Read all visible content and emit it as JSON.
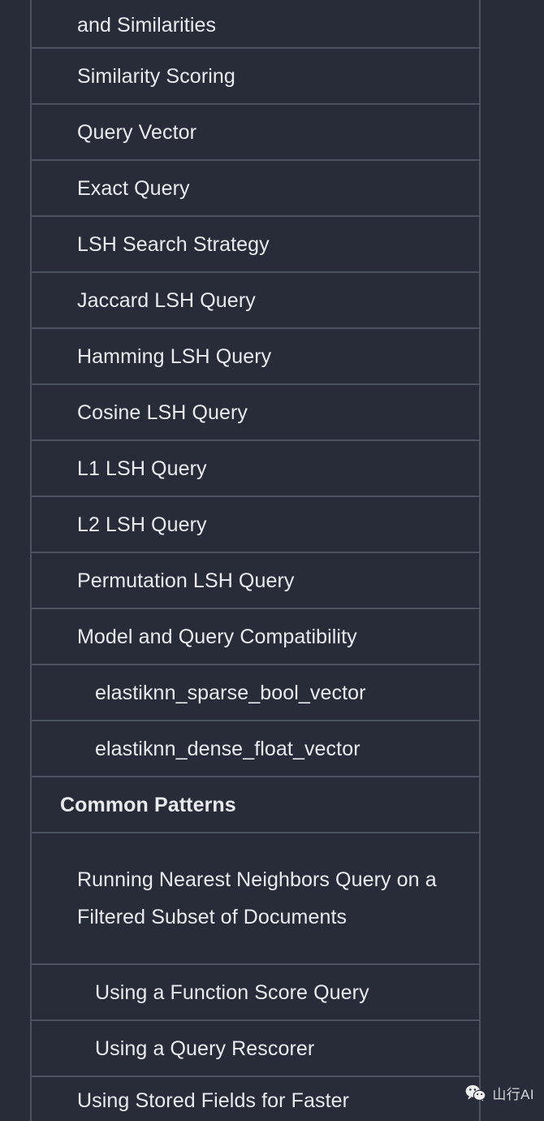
{
  "theme": {
    "page_background": "#282c38",
    "row_background": "#282c38",
    "border_color": "#4d5261",
    "text_color": "#e9ebef",
    "heading_text_color": "#f2f4f7"
  },
  "toc": {
    "items": [
      {
        "label": "and Similarities",
        "level": 2,
        "kind": "link",
        "row": "first",
        "continuation": true
      },
      {
        "label": "Similarity Scoring",
        "level": 2,
        "kind": "link",
        "row": "std"
      },
      {
        "label": "Query Vector",
        "level": 2,
        "kind": "link",
        "row": "std"
      },
      {
        "label": "Exact Query",
        "level": 2,
        "kind": "link",
        "row": "std"
      },
      {
        "label": "LSH Search Strategy",
        "level": 2,
        "kind": "link",
        "row": "std"
      },
      {
        "label": "Jaccard LSH Query",
        "level": 2,
        "kind": "link",
        "row": "std"
      },
      {
        "label": "Hamming LSH Query",
        "level": 2,
        "kind": "link",
        "row": "std"
      },
      {
        "label": "Cosine LSH Query",
        "level": 2,
        "kind": "link",
        "row": "std"
      },
      {
        "label": "L1 LSH Query",
        "level": 2,
        "kind": "link",
        "row": "std"
      },
      {
        "label": "L2 LSH Query",
        "level": 2,
        "kind": "link",
        "row": "std"
      },
      {
        "label": "Permutation LSH Query",
        "level": 2,
        "kind": "link",
        "row": "std"
      },
      {
        "label": "Model and Query Compatibility",
        "level": 2,
        "kind": "link",
        "row": "std"
      },
      {
        "label": "elastiknn_sparse_bool_vector",
        "level": 3,
        "kind": "link",
        "row": "std"
      },
      {
        "label": "elastiknn_dense_float_vector",
        "level": 3,
        "kind": "link",
        "row": "std"
      },
      {
        "label": "Common Patterns",
        "level": 1,
        "kind": "heading",
        "row": "head"
      },
      {
        "label": "Running Nearest Neighbors Query on a Filtered Subset of Documents",
        "level": 2,
        "kind": "link",
        "row": "multi"
      },
      {
        "label": "Using a Function Score Query",
        "level": 3,
        "kind": "link",
        "row": "std"
      },
      {
        "label": "Using a Query Rescorer",
        "level": 3,
        "kind": "link",
        "row": "std"
      },
      {
        "label": "Using Stored Fields for Faster",
        "level": 2,
        "kind": "link",
        "row": "last",
        "truncated": true
      }
    ]
  },
  "watermark": {
    "icon": "wechat-icon",
    "text": "山行AI"
  }
}
